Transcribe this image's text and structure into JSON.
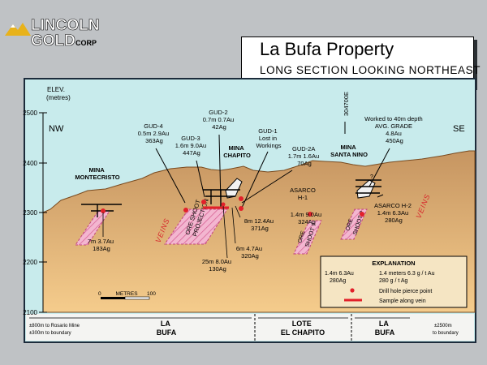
{
  "logo": {
    "line1": "LINCOLN",
    "line2": "GOLD",
    "line3": "CORP"
  },
  "title": {
    "main": "La Bufa Property",
    "sub": "LONG SECTION LOOKING NORTHEAST"
  },
  "axis": {
    "label_line1": "ELEV.",
    "label_line2": "(metres)",
    "ticks": [
      "2500",
      "2400",
      "2300",
      "2200",
      "2100"
    ],
    "nw": "NW",
    "se": "SE",
    "easting": "304700E"
  },
  "drill_labels": {
    "gud4": [
      "GUD-4",
      "0.5m 2.9Au",
      "363Ag"
    ],
    "gud3": [
      "GUD-3",
      "1.6m 9.0Au",
      "447Ag"
    ],
    "gud2": [
      "GUD-2",
      "0.7m 0.7Au",
      "42Ag"
    ],
    "gud1": [
      "GUD-1",
      "Lost in",
      "Workings"
    ],
    "gud2a": [
      "GUD-2A",
      "1.7m 1.6Au",
      "70Ag"
    ],
    "worked": [
      "Worked to 40m depth",
      "AVG. GRADE",
      "4.8Au",
      "450Ag"
    ],
    "asarco_h1": [
      "ASARCO",
      "H-1",
      "1.4m 9.0Au",
      "324Ag"
    ],
    "asarco_h2": [
      "ASARCO H-2",
      "1.4m 6.3Au",
      "280Ag"
    ],
    "s7m": [
      "7m 3.7Au",
      "183Ag"
    ],
    "s8m": [
      "8m 12.4Au",
      "371Ag"
    ],
    "s6m": [
      "6m 4.7Au",
      "320Ag"
    ],
    "s25m": [
      "25m 8.0Au",
      "130Ag"
    ]
  },
  "mines": {
    "montecristo": [
      "MINA",
      "MONTECRISTO"
    ],
    "chapito": [
      "MINA",
      "CHAPITO"
    ],
    "santa_nino": [
      "MINA",
      "SANTA NINO"
    ]
  },
  "veins": {
    "left": "VEINS",
    "right": "VEINS"
  },
  "shoots": {
    "projection": [
      "ORE SHOOT",
      "PROJECTION"
    ],
    "shoot1": [
      "ORE",
      "SHOOT ?"
    ],
    "shoot2": [
      "ORE",
      "SHOOT ?"
    ]
  },
  "scale": {
    "label": "METRES",
    "zero": "0",
    "hundred": "100"
  },
  "explanation": {
    "title": "EXPLANATION",
    "ex_left": [
      "1.4m 6.3Au",
      "280Ag"
    ],
    "ex_right": [
      "1.4 meters 6.3 g / t  Au",
      "280 g / t  Ag"
    ],
    "pierce": "Drill hole pierce point",
    "sample": "Sample along vein"
  },
  "boundary": {
    "left_note": [
      "±800m to Rosario Mine",
      "±300m to boundary"
    ],
    "right_note": [
      "±2500m",
      "to boundary"
    ],
    "zone1": [
      "LA",
      "BUFA"
    ],
    "zone2": [
      "LOTE",
      "EL CHAPITO"
    ],
    "zone3": [
      "LA",
      "BUFA"
    ]
  },
  "colors": {
    "sky": "#c8ebec",
    "ground_top": "#cfa06b",
    "ground_bottom": "#f3c98a",
    "shoot_fill": "#f3b6d0",
    "vein_red": "#e2202a",
    "background": "#bfc2c5"
  }
}
